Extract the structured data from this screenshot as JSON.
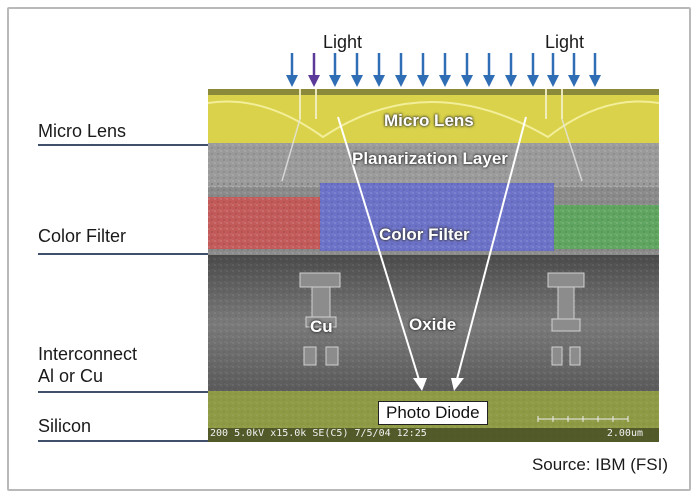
{
  "light_labels": [
    "Light",
    "Light"
  ],
  "side_labels": {
    "micro_lens": "Micro Lens",
    "color_filter": "Color Filter",
    "interconnect_line1": "Interconnect",
    "interconnect_line2": "Al or Cu",
    "silicon": "Silicon"
  },
  "image_labels": {
    "micro_lens": "Micro Lens",
    "planarization": "Planarization Layer",
    "color_filter": "Color Filter",
    "cu": "Cu",
    "oxide": "Oxide",
    "photo_diode": "Photo Diode"
  },
  "sem_metadata": "200 5.0kV x15.0k SE(C5) 7/5/04 12:25",
  "scale_bar": "2.00um",
  "source": "Source: IBM (FSI)",
  "colors": {
    "arrow": "#2f6db5",
    "arrow_highlight": "#5b3a9a",
    "micro_lens": "#d9d24a",
    "filter_red": "#c25a5a",
    "filter_blue": "#6c72c8",
    "filter_green": "#5fa55f",
    "silicon": "#8f9a45",
    "rule": "#40506a"
  }
}
